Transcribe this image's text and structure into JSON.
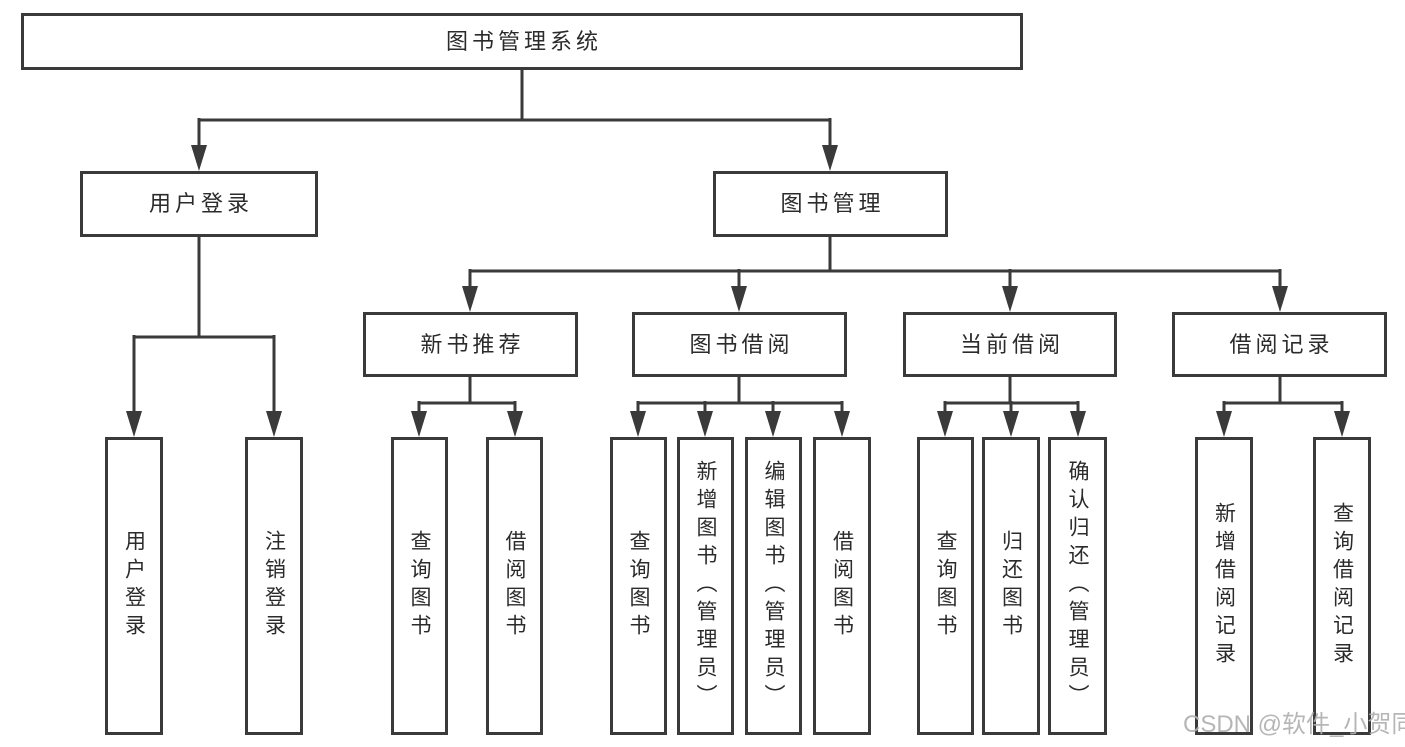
{
  "diagram_title": "图书管理系统",
  "tree": {
    "label": "图书管理系统",
    "children": [
      {
        "label": "用户登录",
        "children": [
          {
            "label": "用户登录"
          },
          {
            "label": "注销登录"
          }
        ]
      },
      {
        "label": "图书管理",
        "children": [
          {
            "label": "新书推荐",
            "children": [
              {
                "label": "查询图书"
              },
              {
                "label": "借阅图书"
              }
            ]
          },
          {
            "label": "图书借阅",
            "children": [
              {
                "label": "查询图书"
              },
              {
                "label": "新增图书（管理员）"
              },
              {
                "label": "编辑图书（管理员）"
              },
              {
                "label": "借阅图书"
              }
            ]
          },
          {
            "label": "当前借阅",
            "children": [
              {
                "label": "查询图书"
              },
              {
                "label": "归还图书"
              },
              {
                "label": "确认归还（管理员）"
              }
            ]
          },
          {
            "label": "借阅记录",
            "children": [
              {
                "label": "新增借阅记录"
              },
              {
                "label": "查询借阅记录"
              }
            ]
          }
        ]
      }
    ]
  },
  "watermark": "CSDN @软件_小贺同学",
  "colors": {
    "line": "#3a3a3a",
    "text": "#2b2b2b",
    "watermark": "#b0b0b0",
    "background": "#ffffff"
  }
}
